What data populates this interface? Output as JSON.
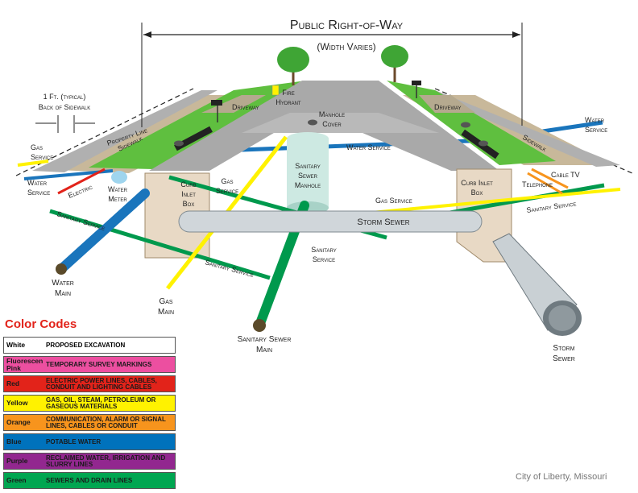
{
  "labels": {
    "row": "Public Right-of-Way",
    "width": "(Width Varies)",
    "offset_1": "1 Ft. (typical)",
    "offset_2": "Back of Sidewalk",
    "property_line": "Property Line",
    "sidewalk_left": "Sidewalk",
    "sidewalk_right": "Sidewalk",
    "driveway_left": "Driveway",
    "driveway_right": "Driveway",
    "fire_1": "Fire",
    "fire_2": "Hydrant",
    "manhole_1": "Manhole",
    "manhole_2": "Cover",
    "gas_service_left_1": "Gas",
    "gas_service_left_2": "Service",
    "water_service_left_1": "Water",
    "water_service_left_2": "Service",
    "electric": "Electric",
    "water_meter_1": "Water",
    "water_meter_2": "Meter",
    "curb_left_1": "Curb",
    "curb_left_2": "Inlet",
    "curb_left_3": "Box",
    "gas_service_mid_1": "Gas",
    "gas_service_mid_2": "Service",
    "ssm_1": "Sanitary",
    "ssm_2": "Sewer",
    "ssm_3": "Manhole",
    "water_service_top": "Water Service",
    "water_service_right_1": "Water",
    "water_service_right_2": "Service",
    "cable_tv": "Cable TV",
    "telephone": "Telephone",
    "curb_right_1": "Curb Inlet",
    "curb_right_2": "Box",
    "gas_service_right": "Gas Service",
    "sanitary_service_right": "Sanitary Service",
    "storm_sewer": "Storm Sewer",
    "sanitary_service_left": "Sanitary Service",
    "sanitary_service_mid": "Sanitary Service",
    "sanitary_service_low_1": "Sanitary",
    "sanitary_service_low_2": "Service",
    "water_main_1": "Water",
    "water_main_2": "Main",
    "gas_main_1": "Gas",
    "gas_main_2": "Main",
    "sanitary_main_1": "Sanitary Sewer",
    "sanitary_main_2": "Main",
    "storm_main_1": "Storm",
    "storm_main_2": "Sewer"
  },
  "legend": {
    "title": "Color Codes",
    "items": [
      {
        "name": "White",
        "desc": "Proposed Excavation",
        "color": "#ffffff",
        "text": "#000000"
      },
      {
        "name": "Fluorescent Pink",
        "desc": "Temporary Survey Markings",
        "color": "#ec4fa0",
        "text": "#1a1a1a"
      },
      {
        "name": "Red",
        "desc": "Electric Power Lines, Cables, Conduit and Lighting Cables",
        "color": "#e2231a",
        "text": "#1a1a1a"
      },
      {
        "name": "Yellow",
        "desc": "Gas, Oil, Steam, Petroleum or Gaseous Materials",
        "color": "#fff200",
        "text": "#1a1a1a"
      },
      {
        "name": "Orange",
        "desc": "Communication, Alarm or Signal Lines, Cables or Conduit",
        "color": "#f7941d",
        "text": "#1a1a1a"
      },
      {
        "name": "Blue",
        "desc": "Potable Water",
        "color": "#0072bc",
        "text": "#1a1a1a"
      },
      {
        "name": "Purple",
        "desc": "Reclaimed Water, Irrigation and Slurry Lines",
        "color": "#92278f",
        "text": "#1a1a1a"
      },
      {
        "name": "Green",
        "desc": "Sewers and Drain Lines",
        "color": "#00a651",
        "text": "#1a1a1a"
      }
    ]
  },
  "credit": "City of Liberty, Missouri"
}
